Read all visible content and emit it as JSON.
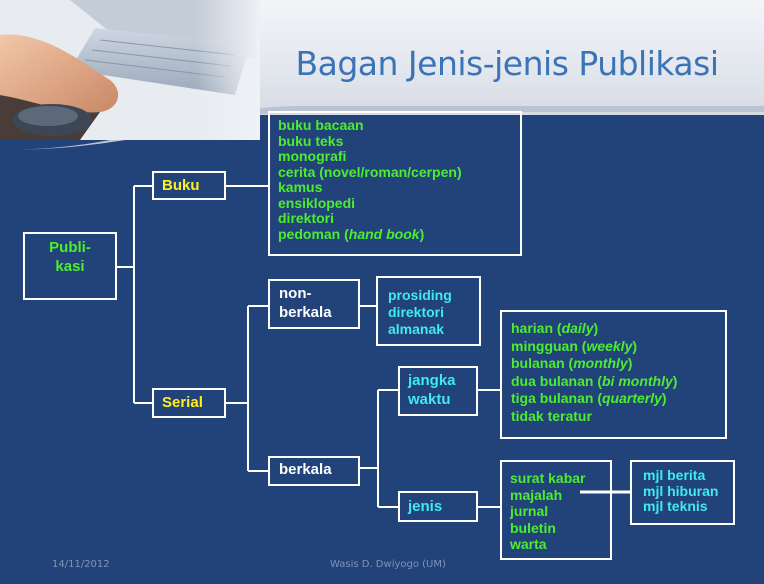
{
  "slide": {
    "title": "Bagan Jenis-jenis Publikasi",
    "footer_date": "14/11/2012",
    "footer_author": "Wasis D. Dwiyogo (UM)"
  },
  "colors": {
    "background": "#22437a",
    "title": "#3b73b7",
    "green_text": "#4ced2e",
    "cyan_text": "#3fe9f6",
    "yellow_text": "#ffee22",
    "box_border": "#ffffff"
  },
  "diagram": {
    "root": {
      "line1": "Publi-",
      "line2": "kasi"
    },
    "buku": {
      "label": "Buku",
      "items": [
        "buku bacaan",
        "buku teks",
        "monografi",
        "cerita (novel/roman/cerpen)",
        "kamus",
        "ensiklopedi",
        "direktori"
      ],
      "last_item_prefix": "pedoman (",
      "last_item_italic": "hand book",
      "last_item_suffix": ")"
    },
    "serial": {
      "label": "Serial",
      "nonberkala": {
        "line1": "non-",
        "line2": "berkala",
        "items": [
          "prosiding",
          "direktori",
          "almanak"
        ]
      },
      "berkala": {
        "label": "berkala",
        "jangka_waktu": {
          "line1": "jangka",
          "line2": "waktu",
          "items": [
            {
              "prefix": "harian (",
              "italic": "daily",
              "suffix": ")"
            },
            {
              "prefix": "mingguan (",
              "italic": "weekly",
              "suffix": ")"
            },
            {
              "prefix": "bulanan (",
              "italic": "monthly",
              "suffix": ")"
            },
            {
              "prefix": "dua bulanan (",
              "italic": "bi monthly",
              "suffix": ")"
            },
            {
              "prefix": "tiga bulanan (",
              "italic": "quarterly",
              "suffix": ")"
            },
            {
              "prefix": "tidak teratur",
              "italic": "",
              "suffix": ""
            }
          ]
        },
        "jenis": {
          "label": "jenis",
          "items": [
            "surat kabar",
            "majalah",
            "jurnal",
            "buletin",
            "warta"
          ],
          "majalah_items": [
            "mjl berita",
            "mjl hiburan",
            "mjl teknis"
          ]
        }
      }
    }
  }
}
